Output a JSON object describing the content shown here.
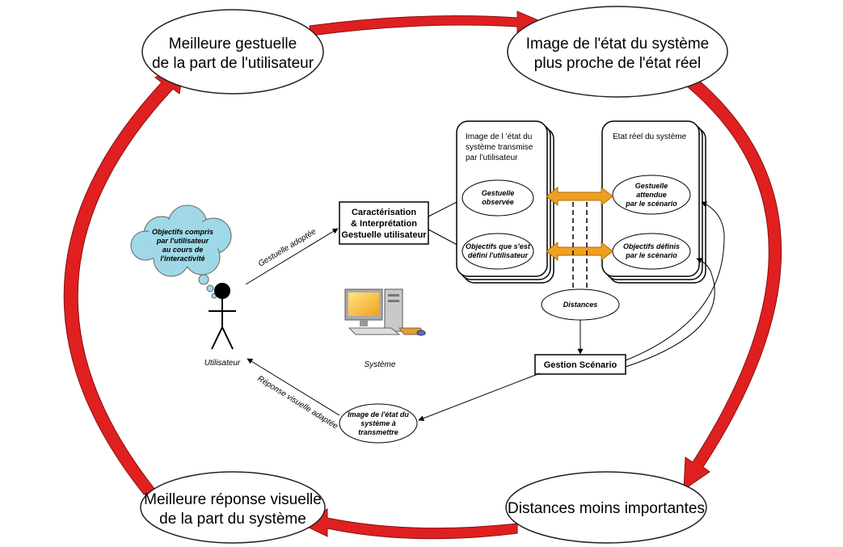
{
  "outer_cycle": {
    "top_left": [
      "Meilleure gestuelle",
      "de la part de l'utilisateur"
    ],
    "top_right": [
      "Image de l'état du système",
      "plus proche de l'état réel"
    ],
    "bottom_right": [
      "Distances moins importantes"
    ],
    "bottom_left": [
      "Meilleure réponse visuelle",
      "de la part du système"
    ],
    "arrow_color": "#e02020"
  },
  "user": {
    "thought": [
      "Objectifs compris",
      "par l'utilisateur",
      "au cours de",
      "l'interactivité"
    ],
    "label": "Utilisateur",
    "thought_color": "#9fd8e6"
  },
  "edges": {
    "gesture": "Gestuelle adoptée",
    "visual_response": "Réponse visuelle adaptée"
  },
  "characterisation": [
    "Caractérisation",
    "& Interprétation",
    "Gestuelle utilisateur"
  ],
  "system_label": "Système",
  "left_panel": {
    "title": [
      "Image de l ’état du",
      "système transmise",
      "par l’utilisateur"
    ],
    "items": [
      [
        "Gestuelle",
        "observée"
      ],
      [
        "Objectifs que s'est",
        "défini l'utilisateur"
      ]
    ]
  },
  "right_panel": {
    "title": [
      "Etat réel du système"
    ],
    "items": [
      [
        "Gestuelle",
        "attendue",
        "par le scénario"
      ],
      [
        "Objectifs définis",
        "par le scénario"
      ]
    ]
  },
  "distances": "Distances",
  "scenario": "Gestion Scénario",
  "image_to_transmit": [
    "Image de l'état du",
    "système à",
    "transmettre"
  ],
  "orange_color": "#f0a020"
}
